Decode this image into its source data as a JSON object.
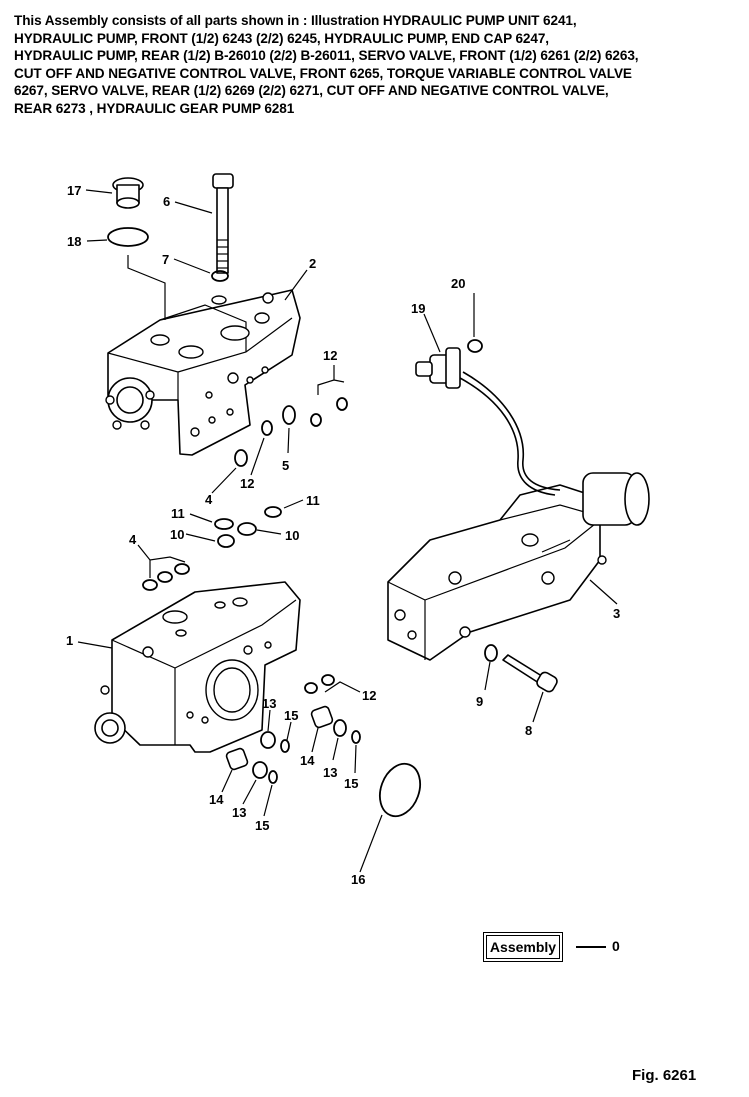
{
  "header": {
    "lines": [
      "This Assembly consists of all parts shown in : Illustration HYDRAULIC PUMP UNIT 6241,",
      "HYDRAULIC PUMP, FRONT (1/2) 6243  (2/2) 6245, HYDRAULIC PUMP, END CAP 6247,",
      "HYDRAULIC PUMP, REAR (1/2) B-26010 (2/2) B-26011, SERVO VALVE, FRONT (1/2) 6261 (2/2) 6263,",
      "CUT OFF AND NEGATIVE CONTROL VALVE, FRONT 6265, TORQUE VARIABLE CONTROL VALVE",
      "6267, SERVO VALVE, REAR (1/2) 6269 (2/2) 6271, CUT OFF AND  NEGATIVE CONTROL VALVE,",
      "REAR 6273 , HYDRAULIC GEAR PUMP 6281"
    ]
  },
  "callouts": {
    "c17": "17",
    "c18": "18",
    "c6": "6",
    "c7": "7",
    "c2": "2",
    "c12a": "12",
    "c20": "20",
    "c19": "19",
    "c12b": "12",
    "c4a": "4",
    "c5": "5",
    "c11a": "11",
    "c11b": "11",
    "c10a": "10",
    "c10b": "10",
    "c4b": "4",
    "c1": "1",
    "c3": "3",
    "c12c": "12",
    "c13a": "13",
    "c15a": "15",
    "c14a": "14",
    "c13b": "13",
    "c15b": "15",
    "c9": "9",
    "c8": "8",
    "c14b": "14",
    "c13c": "13",
    "c15c": "15",
    "c16": "16"
  },
  "legend": {
    "assembly_label": "Assembly",
    "assembly_number": "0"
  },
  "figure": {
    "caption": "Fig. 6261"
  }
}
